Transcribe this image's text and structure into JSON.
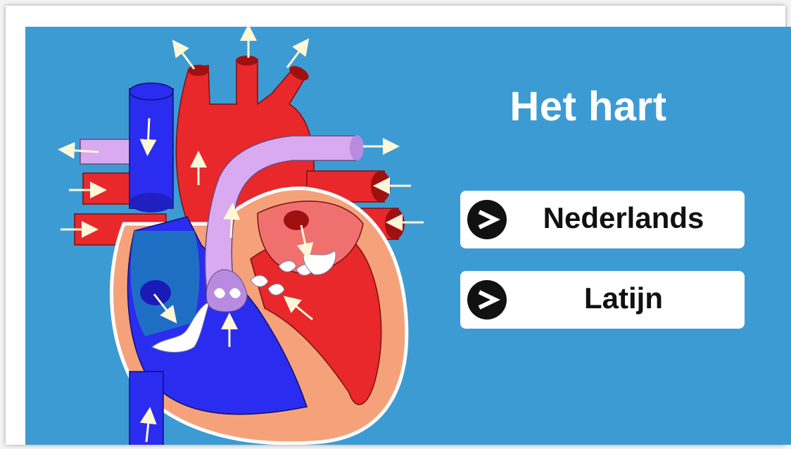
{
  "title": "Het hart",
  "buttons": [
    {
      "label": "Nederlands",
      "icon": "arrow-right-circle-icon"
    },
    {
      "label": "Latijn",
      "icon": "arrow-right-circle-icon"
    }
  ],
  "colors": {
    "background": "#3d9bd3",
    "button_bg": "#ffffff",
    "button_icon": "#111111",
    "oxygenated": "#e8282b",
    "deoxygenated": "#2a2cf0",
    "pulmonary": "#d9aaf0",
    "myocardium": "#f5a27a"
  }
}
